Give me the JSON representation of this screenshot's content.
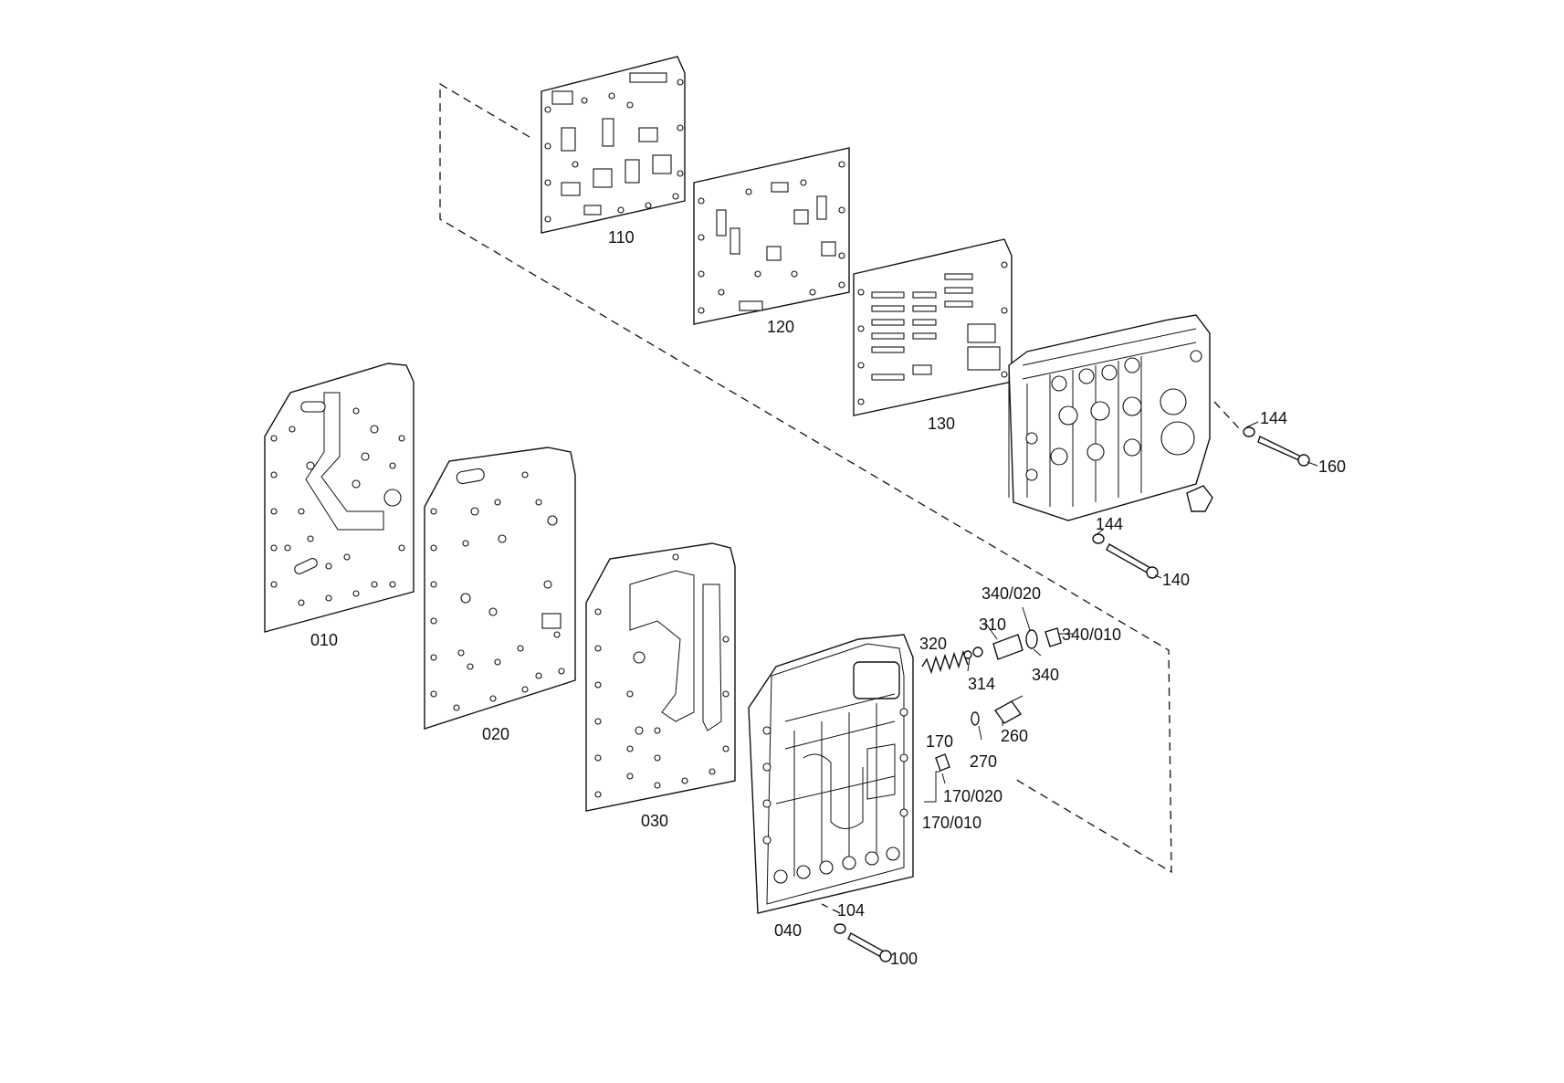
{
  "labels": {
    "p010": "010",
    "p020": "020",
    "p030": "030",
    "p040": "040",
    "p100": "100",
    "p104": "104",
    "p110": "110",
    "p120": "120",
    "p130": "130",
    "p140": "140",
    "p144a": "144",
    "p144b": "144",
    "p160": "160",
    "p170": "170",
    "p170_010": "170/010",
    "p170_020": "170/020",
    "p260": "260",
    "p270": "270",
    "p310": "310",
    "p314": "314",
    "p320": "320",
    "p340": "340",
    "p340_010": "340/010",
    "p340_020": "340/020"
  }
}
